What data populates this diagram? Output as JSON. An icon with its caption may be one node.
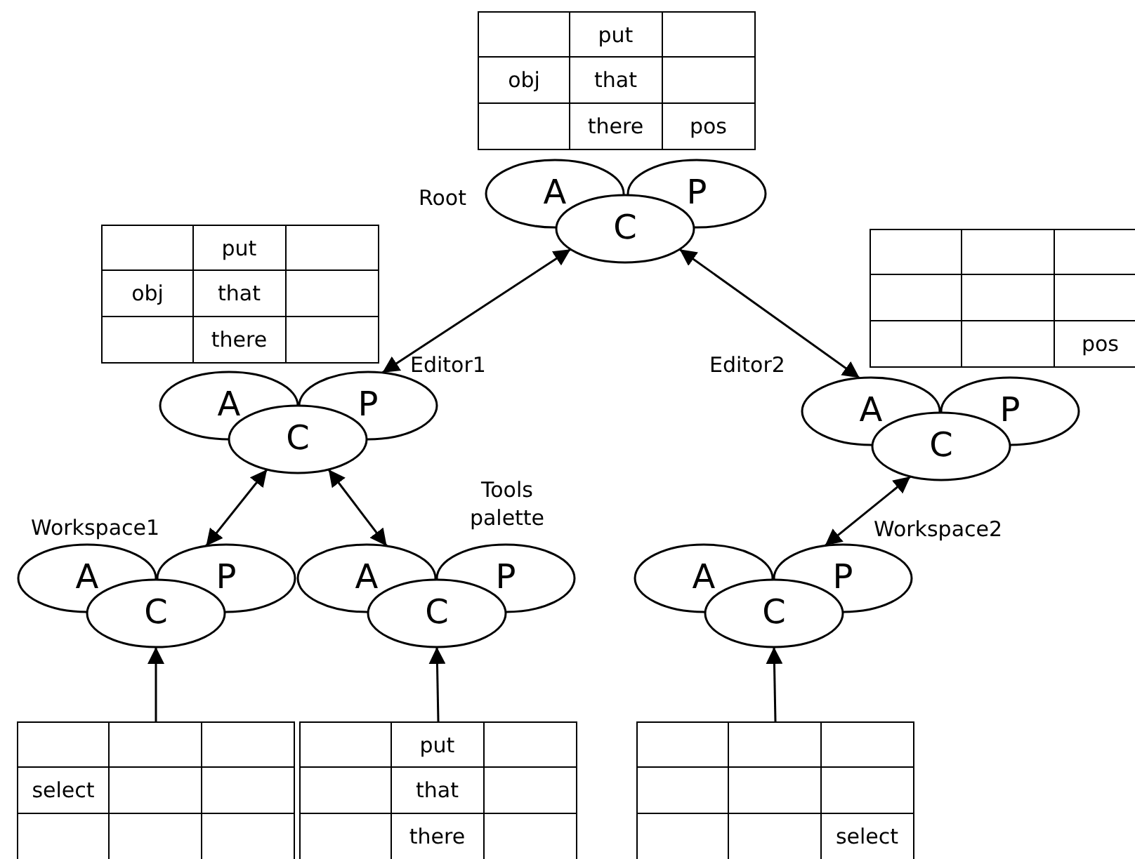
{
  "diagram": {
    "nodes": [
      {
        "text": [
          "put",
          "obj",
          "that",
          "there",
          "pos"
        ]
      },
      {
        "text": [
          "A"
        ]
      },
      {
        "text": [
          "P"
        ]
      },
      {
        "text": [
          "C"
        ]
      },
      {
        "text": [
          "put",
          "obj",
          "that",
          "there"
        ]
      },
      {
        "text": [
          "pos"
        ]
      },
      {
        "text": [
          "A"
        ]
      },
      {
        "text": [
          "P"
        ]
      },
      {
        "text": [
          "C"
        ]
      },
      {
        "text": [
          "A"
        ]
      },
      {
        "text": [
          "P"
        ]
      },
      {
        "text": [
          "C"
        ]
      },
      {
        "text": [
          "A"
        ]
      },
      {
        "text": [
          "P"
        ]
      },
      {
        "text": [
          "C"
        ]
      },
      {
        "text": [
          "A"
        ]
      },
      {
        "text": [
          "P"
        ]
      },
      {
        "text": [
          "C"
        ]
      },
      {
        "text": [
          "A"
        ]
      },
      {
        "text": [
          "P"
        ]
      },
      {
        "text": [
          "C"
        ]
      },
      {
        "text": [
          "select"
        ]
      },
      {
        "text": [
          "put",
          "that",
          "there"
        ]
      },
      {
        "text": [
          "select"
        ]
      }
    ],
    "edges": [
      {
        "from": 3,
        "to": 7,
        "arrow": "both"
      },
      {
        "from": 3,
        "to": 9,
        "arrow": "both"
      },
      {
        "from": 8,
        "to": 13,
        "arrow": "both"
      },
      {
        "from": 8,
        "to": 15,
        "arrow": "both"
      },
      {
        "from": 11,
        "to": 19,
        "arrow": "both"
      },
      {
        "from": 21,
        "to": 14,
        "arrow": "to"
      },
      {
        "from": 22,
        "to": 17,
        "arrow": "to"
      },
      {
        "from": 23,
        "to": 20,
        "arrow": "to"
      }
    ],
    "labels": [
      "Root",
      "Editor1",
      "Editor2",
      "Tools palette",
      "Workspace1",
      "Workspace2"
    ]
  }
}
